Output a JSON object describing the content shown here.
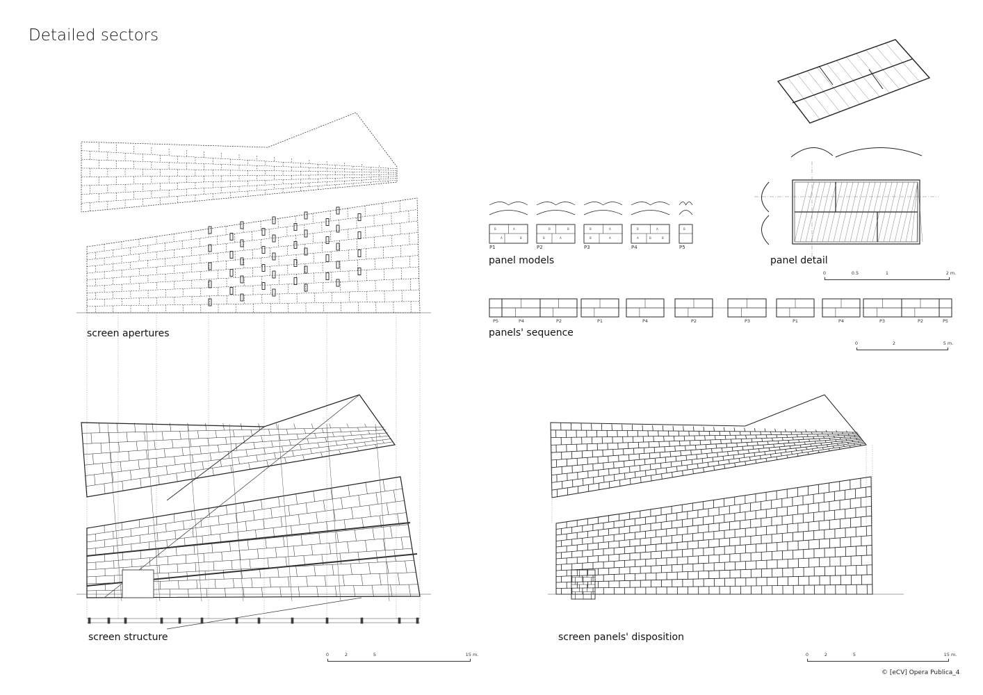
{
  "title": "Detailed sectors",
  "captions": {
    "screen_apertures": "screen apertures",
    "screen_structure": "screen structure",
    "screen_panels_disposition": "screen panels' disposition",
    "panel_models": "panel models",
    "panel_detail": "panel detail",
    "panels_sequence": "panels' sequence"
  },
  "panel_models": [
    {
      "label": "P1",
      "cells": [
        "B",
        "A",
        "A",
        "B"
      ]
    },
    {
      "label": "P2",
      "cells": [
        "B",
        "B",
        "B",
        "A"
      ]
    },
    {
      "label": "P3",
      "cells": [
        "B",
        "A",
        "B",
        "A"
      ]
    },
    {
      "label": "P4",
      "cells": [
        "B",
        "A",
        "A",
        "B",
        "B"
      ]
    },
    {
      "label": "P5",
      "cells": [
        "B"
      ]
    }
  ],
  "sequence": [
    "P5",
    "P4",
    "P2",
    "P1",
    "P4",
    "P2",
    "P3",
    "P1",
    "P4",
    "P3",
    "P2",
    "P5"
  ],
  "scales": {
    "detail": {
      "ticks": [
        "0",
        "0.5",
        "1",
        "2 m."
      ]
    },
    "sequence": {
      "ticks": [
        "0",
        "2",
        "5 m."
      ]
    },
    "structure": {
      "ticks": [
        "0",
        "2",
        "5",
        "15 m."
      ]
    },
    "disposition": {
      "ticks": [
        "0",
        "2",
        "5",
        "15 m."
      ]
    }
  },
  "copyright": "© [eCV] Opera Publica_4"
}
